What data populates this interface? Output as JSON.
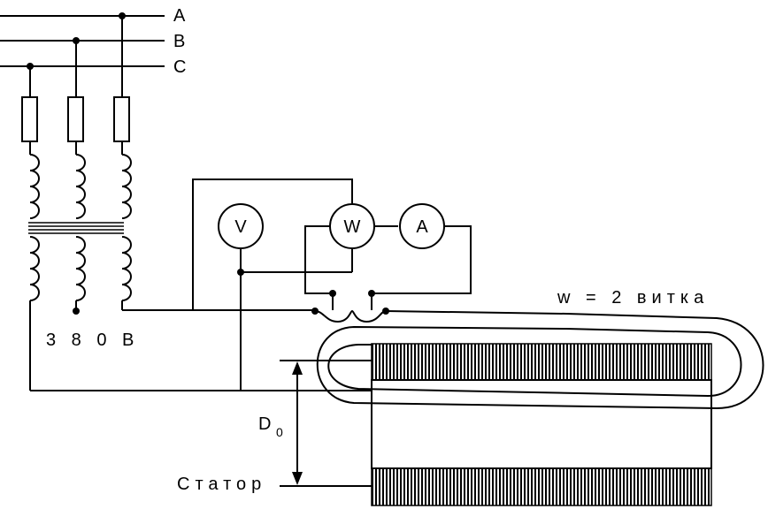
{
  "phases": [
    "A",
    "B",
    "C"
  ],
  "meters": {
    "voltmeter": "V",
    "wattmeter": "W",
    "ammeter": "A"
  },
  "labels": {
    "supply_voltage": "3 8 0  В",
    "turns": "w = 2 витка",
    "diameter": "D",
    "diameter_sub": "0",
    "stator": "Статор"
  }
}
